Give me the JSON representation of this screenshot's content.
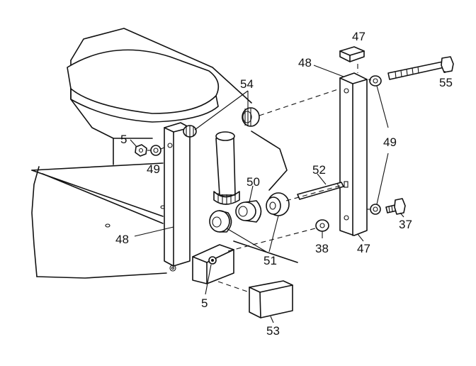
{
  "labels": {
    "l47_top": "47",
    "l48_top": "48",
    "l55": "55",
    "l54": "54",
    "l5_left": "5",
    "l49_left": "49",
    "l49_right": "49",
    "l52": "52",
    "l50": "50",
    "l48_bottom": "48",
    "l51": "51",
    "l38": "38",
    "l47_bottom": "47",
    "l37": "37",
    "l5_bottom": "5",
    "l53": "53"
  }
}
